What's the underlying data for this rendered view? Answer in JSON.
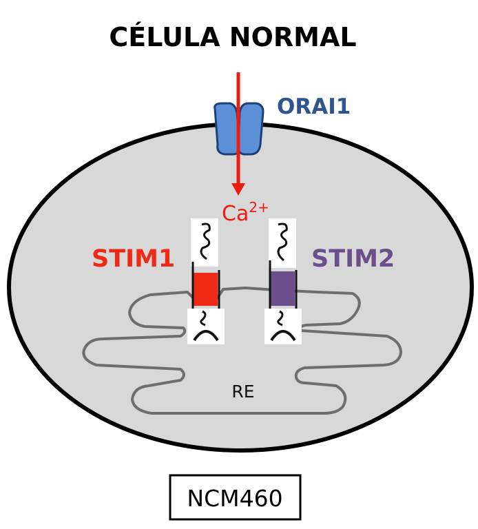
{
  "title": "CÉLULA NORMAL",
  "channel_label": "ORAI1",
  "ion": {
    "base": "Ca",
    "superscript": "2+"
  },
  "stim1_label": "STIM1",
  "stim2_label": "STIM2",
  "er_label": "RE",
  "cell_line": "NCM460",
  "colors": {
    "title": "#000000",
    "orai1": "#2e5590",
    "orai1_channel": "#5b8fd6",
    "arrow": "#ee1c10",
    "stim1": "#ee2a16",
    "stim2": "#6a4f8c",
    "cell_fill": "#d8d8d8",
    "cell_border": "#000000",
    "er_line": "#6e6e6e"
  }
}
